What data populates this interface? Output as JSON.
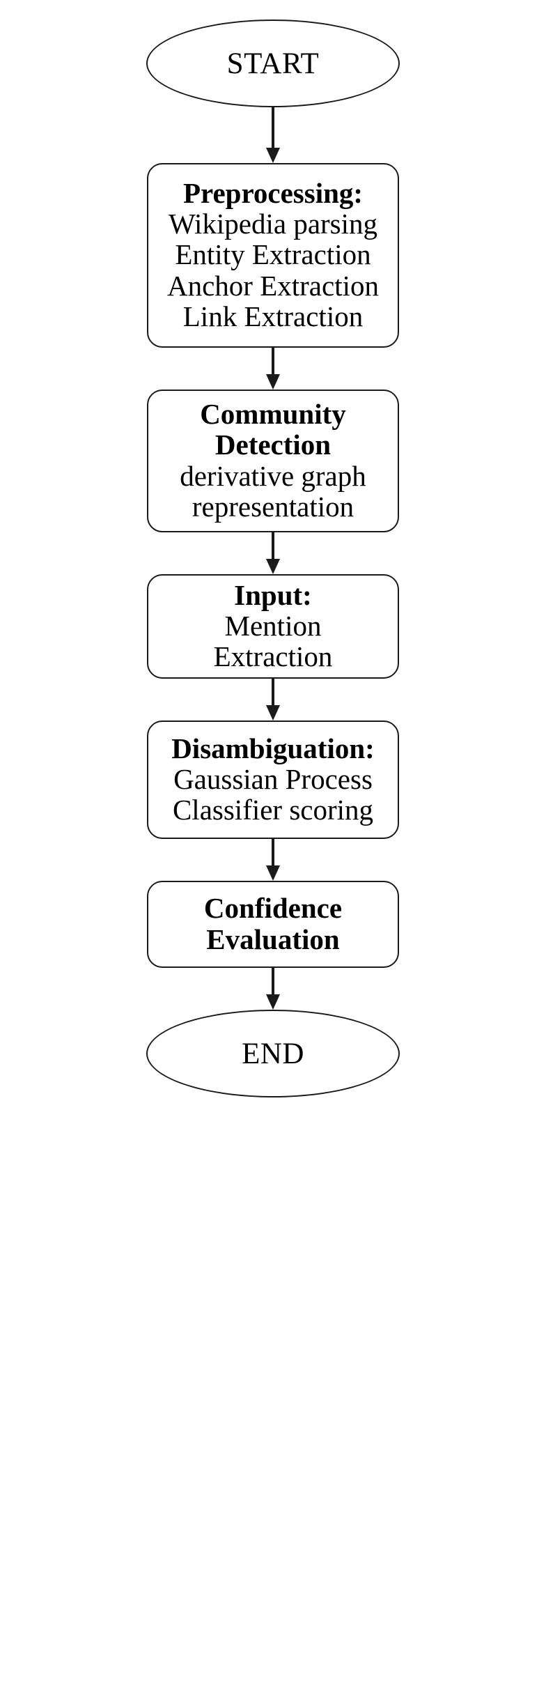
{
  "diagram": {
    "type": "flowchart",
    "orientation": "top-to-bottom",
    "background_color": "#ffffff",
    "stroke_color": "#1a1a1a",
    "text_color": "#000000",
    "nodes": [
      {
        "id": "start",
        "shape": "ellipse",
        "role": "terminator",
        "label": "START",
        "lines": [
          {
            "text": "START",
            "bold": false
          }
        ]
      },
      {
        "id": "preprocessing",
        "shape": "rounded-rectangle",
        "role": "process",
        "label": "Preprocessing",
        "lines": [
          {
            "text": "Preprocessing:",
            "bold": true
          },
          {
            "text": "Wikipedia parsing",
            "bold": false
          },
          {
            "text": "Entity Extraction",
            "bold": false
          },
          {
            "text": "Anchor Extraction",
            "bold": false
          },
          {
            "text": "Link Extraction",
            "bold": false
          }
        ]
      },
      {
        "id": "community-detection",
        "shape": "rounded-rectangle",
        "role": "process",
        "label": "Community Detection",
        "lines": [
          {
            "text": "Community",
            "bold": true
          },
          {
            "text": "Detection",
            "bold": true
          },
          {
            "text": "derivative graph",
            "bold": false
          },
          {
            "text": "representation",
            "bold": false
          }
        ]
      },
      {
        "id": "input",
        "shape": "rounded-rectangle",
        "role": "process",
        "label": "Input",
        "lines": [
          {
            "text": "Input:",
            "bold": true
          },
          {
            "text": "Mention",
            "bold": false
          },
          {
            "text": "Extraction",
            "bold": false
          }
        ]
      },
      {
        "id": "disambiguation",
        "shape": "rounded-rectangle",
        "role": "process",
        "label": "Disambiguation",
        "lines": [
          {
            "text": "Disambiguation:",
            "bold": true
          },
          {
            "text": "Gaussian Process",
            "bold": false
          },
          {
            "text": "Classifier scoring",
            "bold": false
          }
        ]
      },
      {
        "id": "confidence-evaluation",
        "shape": "rounded-rectangle",
        "role": "process",
        "label": "Confidence Evaluation",
        "lines": [
          {
            "text": "Confidence",
            "bold": true
          },
          {
            "text": "Evaluation",
            "bold": true
          }
        ]
      },
      {
        "id": "end",
        "shape": "ellipse",
        "role": "terminator",
        "label": "END",
        "lines": [
          {
            "text": "END",
            "bold": false
          }
        ]
      }
    ],
    "edges": [
      {
        "from": "start",
        "to": "preprocessing",
        "arrowhead": "solid-triangle",
        "label": ""
      },
      {
        "from": "preprocessing",
        "to": "community-detection",
        "arrowhead": "solid-triangle",
        "label": ""
      },
      {
        "from": "community-detection",
        "to": "input",
        "arrowhead": "solid-triangle",
        "label": ""
      },
      {
        "from": "input",
        "to": "disambiguation",
        "arrowhead": "solid-triangle",
        "label": ""
      },
      {
        "from": "disambiguation",
        "to": "confidence-evaluation",
        "arrowhead": "solid-triangle",
        "label": ""
      },
      {
        "from": "confidence-evaluation",
        "to": "end",
        "arrowhead": "solid-triangle",
        "label": ""
      }
    ]
  }
}
